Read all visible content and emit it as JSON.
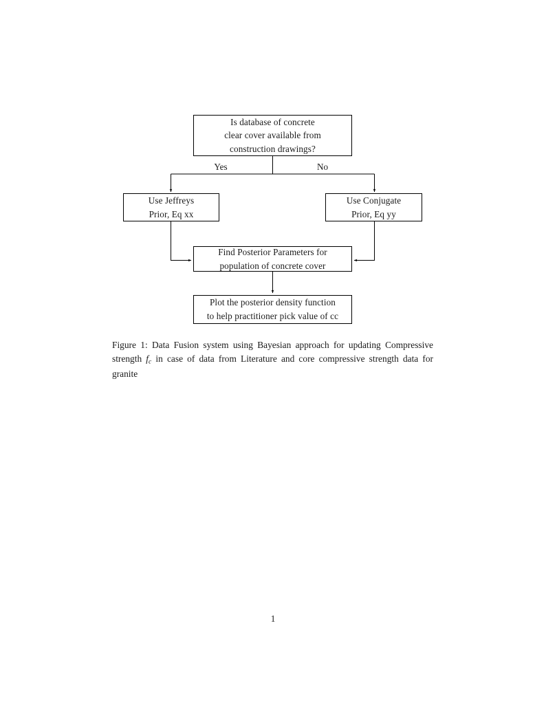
{
  "document": {
    "page_number": "1",
    "background_color": "#ffffff",
    "text_color": "#1a1a1a",
    "line_color": "#000000"
  },
  "figure": {
    "nodes": {
      "question": {
        "lines": [
          "Is database of concrete",
          "clear cover available from",
          "construction drawings?"
        ]
      },
      "jeffreys": {
        "lines": [
          "Use Jeffreys",
          "Prior, Eq xx"
        ]
      },
      "conjugate": {
        "lines": [
          "Use Conjugate",
          "Prior, Eq yy"
        ]
      },
      "posterior": {
        "lines": [
          "Find Posterior Parameters for",
          "population of concrete cover"
        ]
      },
      "plot": {
        "lines": [
          "Plot the posterior density function",
          "to help practitioner pick value of cc"
        ]
      }
    },
    "branch_labels": {
      "yes": "Yes",
      "no": "No"
    }
  },
  "caption": {
    "label": "Figure 1:",
    "text_before_math": " Data Fusion system using Bayesian approach for updating Compressive strength ",
    "math_var": "f",
    "math_sub": "c",
    "text_after_math": " in case of data from Literature and core compressive strength data for granite"
  }
}
